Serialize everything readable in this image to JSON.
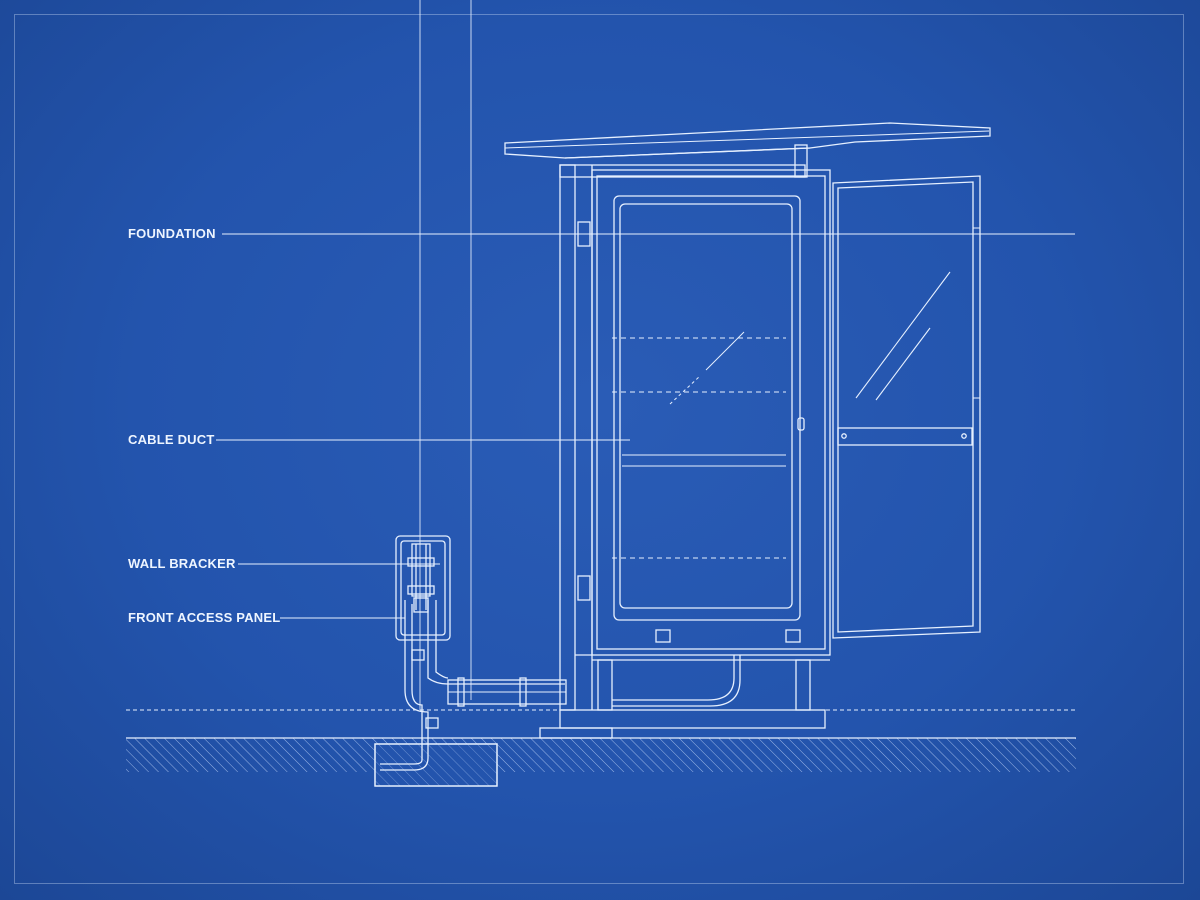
{
  "labels": {
    "foundation": "FOUNDATION",
    "cable_duct": "CABLE DUCT",
    "wall_bracket": "WALL BRACKER",
    "front_access_panel": "FRONT ACCESS PANEL"
  },
  "colors": {
    "background": "#2354ad",
    "line": "#e6f0ff"
  }
}
